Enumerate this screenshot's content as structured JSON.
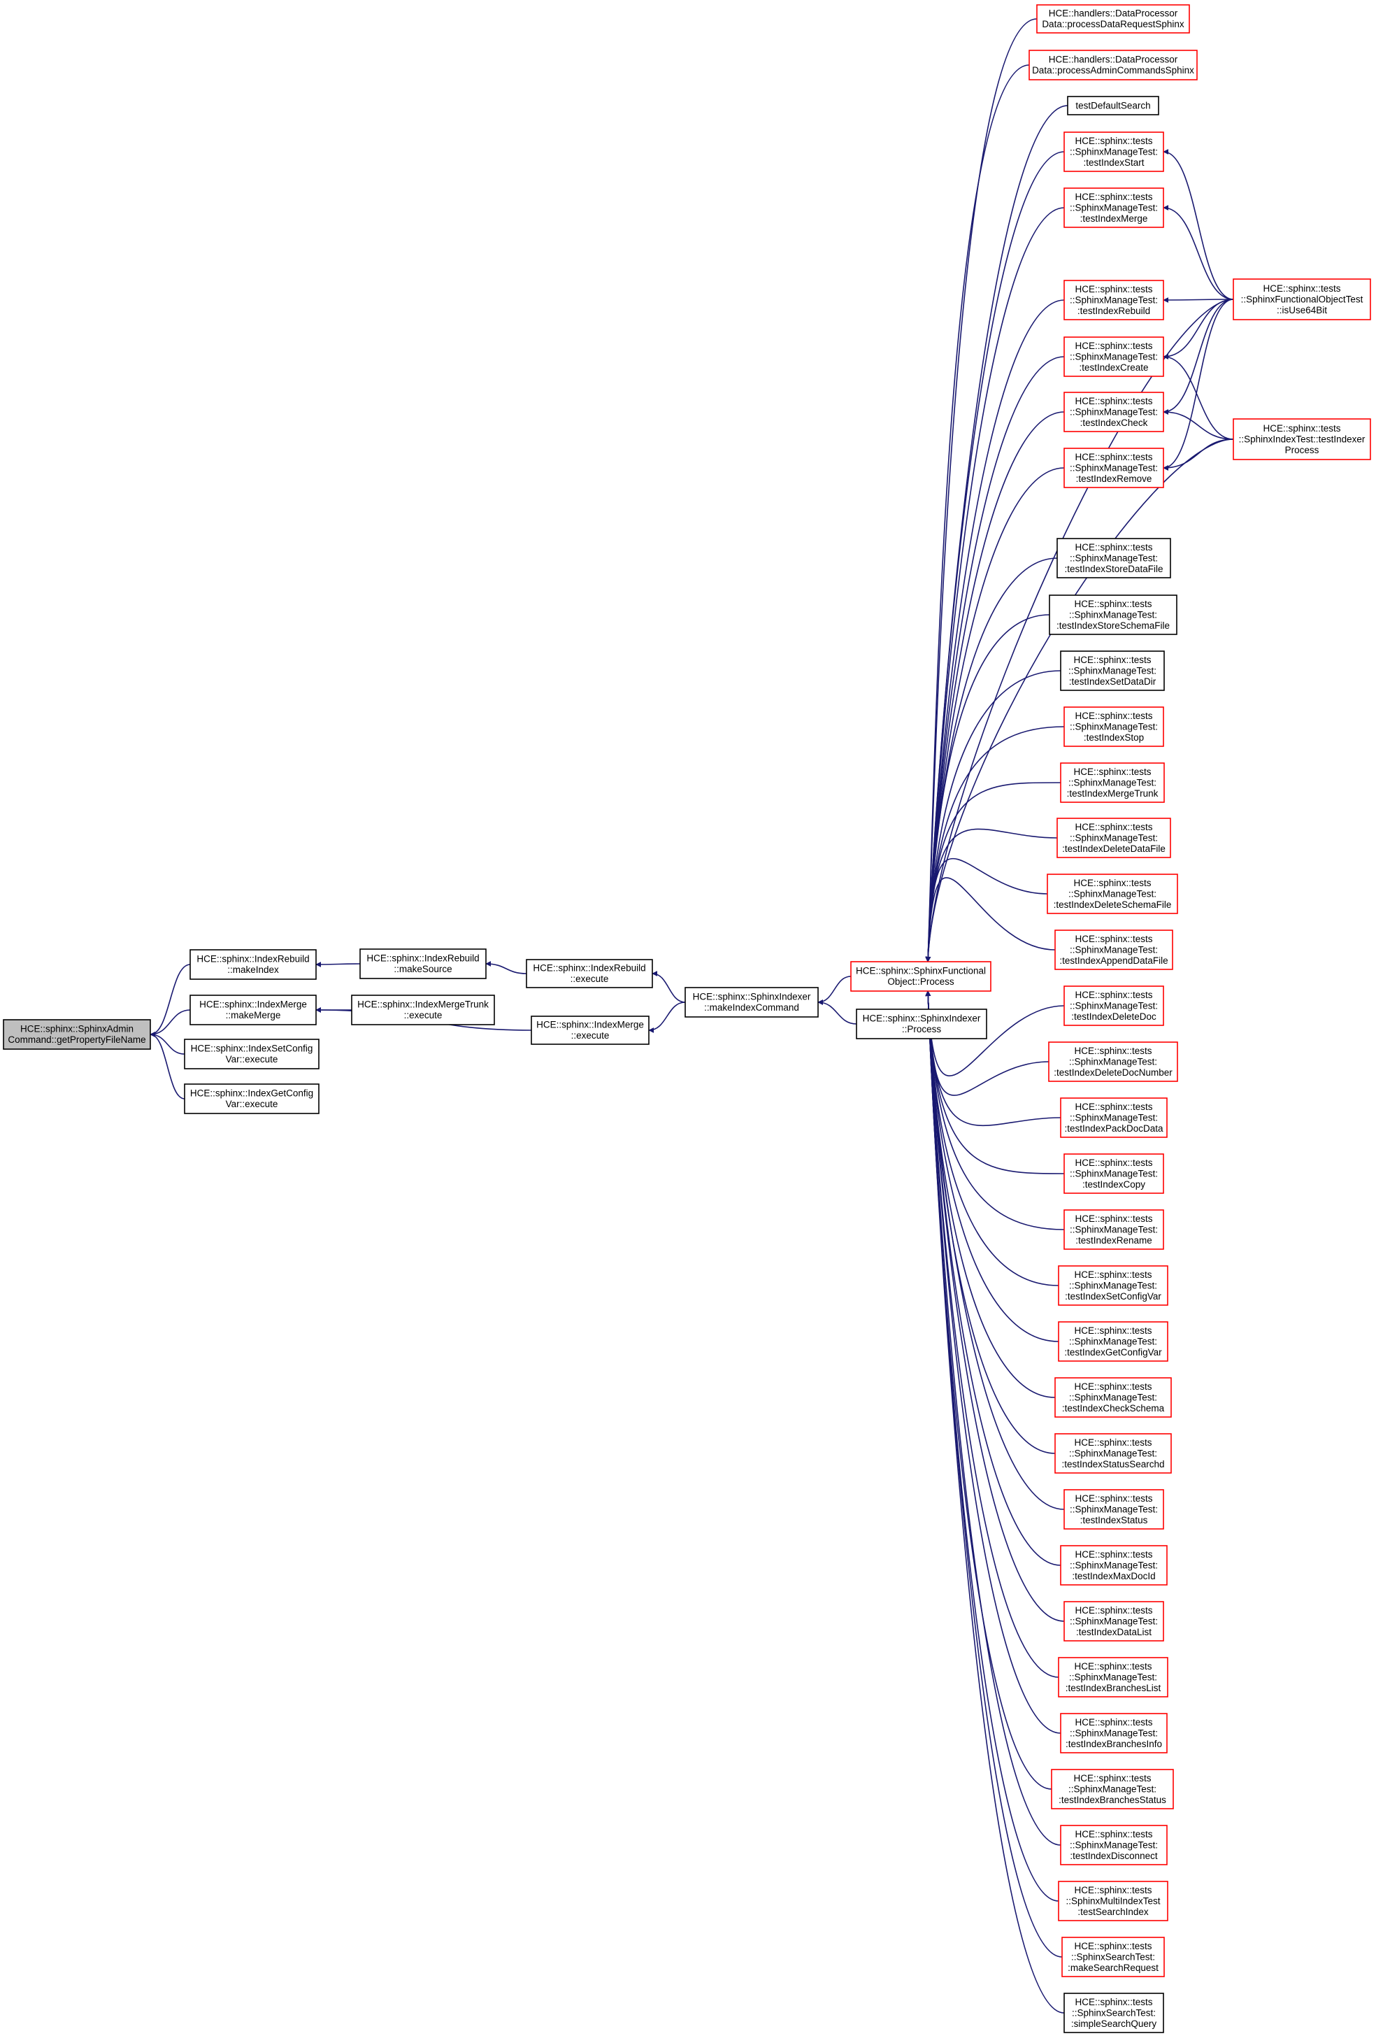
{
  "graph": {
    "edge_color": "#191970",
    "node_border_linked": "#ff0000",
    "node_border_plain": "#000000",
    "root_fill": "#bfbfbf",
    "nodes": [
      {
        "id": "root",
        "lines": [
          "HCE::sphinx::SphinxAdmin",
          "Command::getPropertyFileName"
        ],
        "style": "root"
      },
      {
        "id": "ir_makeIndex",
        "lines": [
          "HCE::sphinx::IndexRebuild",
          "::makeIndex"
        ],
        "style": "plain"
      },
      {
        "id": "im_makeMerge",
        "lines": [
          "HCE::sphinx::IndexMerge",
          "::makeMerge"
        ],
        "style": "plain"
      },
      {
        "id": "iscv_execute",
        "lines": [
          "HCE::sphinx::IndexSetConfig",
          "Var::execute"
        ],
        "style": "plain"
      },
      {
        "id": "igcv_execute",
        "lines": [
          "HCE::sphinx::IndexGetConfig",
          "Var::execute"
        ],
        "style": "plain"
      },
      {
        "id": "ir_makeSource",
        "lines": [
          "HCE::sphinx::IndexRebuild",
          "::makeSource"
        ],
        "style": "plain"
      },
      {
        "id": "imt_execute",
        "lines": [
          "HCE::sphinx::IndexMergeTrunk",
          "::execute"
        ],
        "style": "plain"
      },
      {
        "id": "ir_execute",
        "lines": [
          "HCE::sphinx::IndexRebuild",
          "::execute"
        ],
        "style": "plain"
      },
      {
        "id": "im_execute",
        "lines": [
          "HCE::sphinx::IndexMerge",
          "::execute"
        ],
        "style": "plain"
      },
      {
        "id": "si_makeIndexCommand",
        "lines": [
          "HCE::sphinx::SphinxIndexer",
          "::makeIndexCommand"
        ],
        "style": "plain"
      },
      {
        "id": "sfo_process",
        "lines": [
          "HCE::sphinx::SphinxFunctional",
          "Object::Process"
        ],
        "style": "ref"
      },
      {
        "id": "si_process",
        "lines": [
          "HCE::sphinx::SphinxIndexer",
          "::Process"
        ],
        "style": "plain"
      },
      {
        "id": "t_procDataReq",
        "lines": [
          "HCE::handlers::DataProcessor",
          "Data::processDataRequestSphinx"
        ],
        "style": "ref"
      },
      {
        "id": "t_procAdminCmd",
        "lines": [
          "HCE::handlers::DataProcessor",
          "Data::processAdminCommandsSphinx"
        ],
        "style": "ref"
      },
      {
        "id": "t_testDefaultSearch",
        "lines": [
          "testDefaultSearch"
        ],
        "style": "plain"
      },
      {
        "id": "t_testIndexStart",
        "lines": [
          "HCE::sphinx::tests",
          "::SphinxManageTest:",
          ":testIndexStart"
        ],
        "style": "ref"
      },
      {
        "id": "t_testIndexMerge",
        "lines": [
          "HCE::sphinx::tests",
          "::SphinxManageTest:",
          ":testIndexMerge"
        ],
        "style": "ref"
      },
      {
        "id": "t_testIndexRebuild",
        "lines": [
          "HCE::sphinx::tests",
          "::SphinxManageTest:",
          ":testIndexRebuild"
        ],
        "style": "ref"
      },
      {
        "id": "t_testIndexCreate",
        "lines": [
          "HCE::sphinx::tests",
          "::SphinxManageTest:",
          ":testIndexCreate"
        ],
        "style": "ref"
      },
      {
        "id": "t_testIndexCheck",
        "lines": [
          "HCE::sphinx::tests",
          "::SphinxManageTest:",
          ":testIndexCheck"
        ],
        "style": "ref"
      },
      {
        "id": "t_testIndexRemove",
        "lines": [
          "HCE::sphinx::tests",
          "::SphinxManageTest:",
          ":testIndexRemove"
        ],
        "style": "ref"
      },
      {
        "id": "t_testIndexStoreDataFile",
        "lines": [
          "HCE::sphinx::tests",
          "::SphinxManageTest:",
          ":testIndexStoreDataFile"
        ],
        "style": "plain"
      },
      {
        "id": "t_testIndexStoreSchemaFile",
        "lines": [
          "HCE::sphinx::tests",
          "::SphinxManageTest:",
          ":testIndexStoreSchemaFile"
        ],
        "style": "plain"
      },
      {
        "id": "t_testIndexSetDataDir",
        "lines": [
          "HCE::sphinx::tests",
          "::SphinxManageTest:",
          ":testIndexSetDataDir"
        ],
        "style": "plain"
      },
      {
        "id": "t_testIndexStop",
        "lines": [
          "HCE::sphinx::tests",
          "::SphinxManageTest:",
          ":testIndexStop"
        ],
        "style": "ref"
      },
      {
        "id": "t_testIndexMergeTrunk",
        "lines": [
          "HCE::sphinx::tests",
          "::SphinxManageTest:",
          ":testIndexMergeTrunk"
        ],
        "style": "ref"
      },
      {
        "id": "t_testIndexDeleteDataFile",
        "lines": [
          "HCE::sphinx::tests",
          "::SphinxManageTest:",
          ":testIndexDeleteDataFile"
        ],
        "style": "ref"
      },
      {
        "id": "t_testIndexDeleteSchemaFile",
        "lines": [
          "HCE::sphinx::tests",
          "::SphinxManageTest:",
          ":testIndexDeleteSchemaFile"
        ],
        "style": "ref"
      },
      {
        "id": "t_testIndexAppendDataFile",
        "lines": [
          "HCE::sphinx::tests",
          "::SphinxManageTest:",
          ":testIndexAppendDataFile"
        ],
        "style": "ref"
      },
      {
        "id": "t_testIndexDeleteDoc",
        "lines": [
          "HCE::sphinx::tests",
          "::SphinxManageTest:",
          ":testIndexDeleteDoc"
        ],
        "style": "ref"
      },
      {
        "id": "t_testIndexDeleteDocNumber",
        "lines": [
          "HCE::sphinx::tests",
          "::SphinxManageTest:",
          ":testIndexDeleteDocNumber"
        ],
        "style": "ref"
      },
      {
        "id": "t_testIndexPackDocData",
        "lines": [
          "HCE::sphinx::tests",
          "::SphinxManageTest:",
          ":testIndexPackDocData"
        ],
        "style": "ref"
      },
      {
        "id": "t_testIndexCopy",
        "lines": [
          "HCE::sphinx::tests",
          "::SphinxManageTest:",
          ":testIndexCopy"
        ],
        "style": "ref"
      },
      {
        "id": "t_testIndexRename",
        "lines": [
          "HCE::sphinx::tests",
          "::SphinxManageTest:",
          ":testIndexRename"
        ],
        "style": "ref"
      },
      {
        "id": "t_testIndexSetConfigVar",
        "lines": [
          "HCE::sphinx::tests",
          "::SphinxManageTest:",
          ":testIndexSetConfigVar"
        ],
        "style": "ref"
      },
      {
        "id": "t_testIndexGetConfigVar",
        "lines": [
          "HCE::sphinx::tests",
          "::SphinxManageTest:",
          ":testIndexGetConfigVar"
        ],
        "style": "ref"
      },
      {
        "id": "t_testIndexCheckSchema",
        "lines": [
          "HCE::sphinx::tests",
          "::SphinxManageTest:",
          ":testIndexCheckSchema"
        ],
        "style": "ref"
      },
      {
        "id": "t_testIndexStatusSearchd",
        "lines": [
          "HCE::sphinx::tests",
          "::SphinxManageTest:",
          ":testIndexStatusSearchd"
        ],
        "style": "ref"
      },
      {
        "id": "t_testIndexStatus",
        "lines": [
          "HCE::sphinx::tests",
          "::SphinxManageTest:",
          ":testIndexStatus"
        ],
        "style": "ref"
      },
      {
        "id": "t_testIndexMaxDocId",
        "lines": [
          "HCE::sphinx::tests",
          "::SphinxManageTest:",
          ":testIndexMaxDocId"
        ],
        "style": "ref"
      },
      {
        "id": "t_testIndexDataList",
        "lines": [
          "HCE::sphinx::tests",
          "::SphinxManageTest:",
          ":testIndexDataList"
        ],
        "style": "ref"
      },
      {
        "id": "t_testIndexBranchesList",
        "lines": [
          "HCE::sphinx::tests",
          "::SphinxManageTest:",
          ":testIndexBranchesList"
        ],
        "style": "ref"
      },
      {
        "id": "t_testIndexBranchesInfo",
        "lines": [
          "HCE::sphinx::tests",
          "::SphinxManageTest:",
          ":testIndexBranchesInfo"
        ],
        "style": "ref"
      },
      {
        "id": "t_testIndexBranchesStatus",
        "lines": [
          "HCE::sphinx::tests",
          "::SphinxManageTest:",
          ":testIndexBranchesStatus"
        ],
        "style": "ref"
      },
      {
        "id": "t_testIndexDisconnect",
        "lines": [
          "HCE::sphinx::tests",
          "::SphinxManageTest:",
          ":testIndexDisconnect"
        ],
        "style": "ref"
      },
      {
        "id": "t_testSearchIndex",
        "lines": [
          "HCE::sphinx::tests",
          "::SphinxMultiIndexTest",
          ":testSearchIndex"
        ],
        "style": "ref"
      },
      {
        "id": "t_makeSearchRequest",
        "lines": [
          "HCE::sphinx::tests",
          "::SphinxSearchTest:",
          ":makeSearchRequest"
        ],
        "style": "ref"
      },
      {
        "id": "t_simpleSearchQuery",
        "lines": [
          "HCE::sphinx::tests",
          "::SphinxSearchTest:",
          ":simpleSearchQuery"
        ],
        "style": "plain"
      },
      {
        "id": "sfot_isUse64Bit",
        "lines": [
          "HCE::sphinx::tests",
          "::SphinxFunctionalObjectTest",
          "::isUse64Bit"
        ],
        "style": "ref"
      },
      {
        "id": "sit_testIndexerProcess",
        "lines": [
          "HCE::sphinx::tests",
          "::SphinxIndexTest::testIndexer",
          "Process"
        ],
        "style": "ref"
      }
    ],
    "edges": [
      [
        "ir_makeIndex",
        "root"
      ],
      [
        "im_makeMerge",
        "root"
      ],
      [
        "iscv_execute",
        "root"
      ],
      [
        "igcv_execute",
        "root"
      ],
      [
        "ir_makeSource",
        "ir_makeIndex"
      ],
      [
        "imt_execute",
        "im_makeMerge"
      ],
      [
        "im_execute",
        "im_makeMerge"
      ],
      [
        "ir_execute",
        "ir_makeSource"
      ],
      [
        "si_makeIndexCommand",
        "ir_execute"
      ],
      [
        "si_makeIndexCommand",
        "im_execute"
      ],
      [
        "sfo_process",
        "si_makeIndexCommand"
      ],
      [
        "si_process",
        "si_makeIndexCommand"
      ],
      [
        "t_procDataReq",
        "sfo_process"
      ],
      [
        "t_procAdminCmd",
        "sfo_process"
      ],
      [
        "t_testDefaultSearch",
        "sfo_process"
      ],
      [
        "t_testIndexStart",
        "sfo_process"
      ],
      [
        "t_testIndexMerge",
        "sfo_process"
      ],
      [
        "t_testIndexRebuild",
        "sfo_process"
      ],
      [
        "t_testIndexCreate",
        "sfo_process"
      ],
      [
        "t_testIndexCheck",
        "sfo_process"
      ],
      [
        "t_testIndexRemove",
        "sfo_process"
      ],
      [
        "t_testIndexStoreDataFile",
        "sfo_process"
      ],
      [
        "t_testIndexStoreSchemaFile",
        "sfo_process"
      ],
      [
        "t_testIndexSetDataDir",
        "sfo_process"
      ],
      [
        "t_testIndexStop",
        "sfo_process"
      ],
      [
        "t_testIndexMergeTrunk",
        "sfo_process"
      ],
      [
        "t_testIndexDeleteDataFile",
        "sfo_process"
      ],
      [
        "t_testIndexDeleteSchemaFile",
        "sfo_process"
      ],
      [
        "t_testIndexAppendDataFile",
        "sfo_process"
      ],
      [
        "t_testIndexDeleteDoc",
        "sfo_process"
      ],
      [
        "t_testIndexDeleteDocNumber",
        "sfo_process"
      ],
      [
        "t_testIndexPackDocData",
        "sfo_process"
      ],
      [
        "t_testIndexCopy",
        "sfo_process"
      ],
      [
        "t_testIndexRename",
        "sfo_process"
      ],
      [
        "t_testIndexSetConfigVar",
        "sfo_process"
      ],
      [
        "t_testIndexGetConfigVar",
        "sfo_process"
      ],
      [
        "t_testIndexCheckSchema",
        "sfo_process"
      ],
      [
        "t_testIndexStatusSearchd",
        "sfo_process"
      ],
      [
        "t_testIndexStatus",
        "sfo_process"
      ],
      [
        "t_testIndexMaxDocId",
        "sfo_process"
      ],
      [
        "t_testIndexDataList",
        "sfo_process"
      ],
      [
        "t_testIndexBranchesList",
        "sfo_process"
      ],
      [
        "t_testIndexBranchesInfo",
        "sfo_process"
      ],
      [
        "t_testIndexBranchesStatus",
        "sfo_process"
      ],
      [
        "t_testIndexDisconnect",
        "sfo_process"
      ],
      [
        "t_testSearchIndex",
        "sfo_process"
      ],
      [
        "t_makeSearchRequest",
        "sfo_process"
      ],
      [
        "t_simpleSearchQuery",
        "sfo_process"
      ],
      [
        "sfot_isUse64Bit",
        "sfo_process"
      ],
      [
        "sit_testIndexerProcess",
        "sfo_process"
      ],
      [
        "sfot_isUse64Bit",
        "t_testIndexStart"
      ],
      [
        "sfot_isUse64Bit",
        "t_testIndexMerge"
      ],
      [
        "sfot_isUse64Bit",
        "t_testIndexRebuild"
      ],
      [
        "sfot_isUse64Bit",
        "t_testIndexCreate"
      ],
      [
        "sfot_isUse64Bit",
        "t_testIndexCheck"
      ],
      [
        "sfot_isUse64Bit",
        "t_testIndexRemove"
      ],
      [
        "sit_testIndexerProcess",
        "t_testIndexCreate"
      ],
      [
        "sit_testIndexerProcess",
        "t_testIndexCheck"
      ],
      [
        "sit_testIndexerProcess",
        "t_testIndexRemove"
      ]
    ]
  }
}
